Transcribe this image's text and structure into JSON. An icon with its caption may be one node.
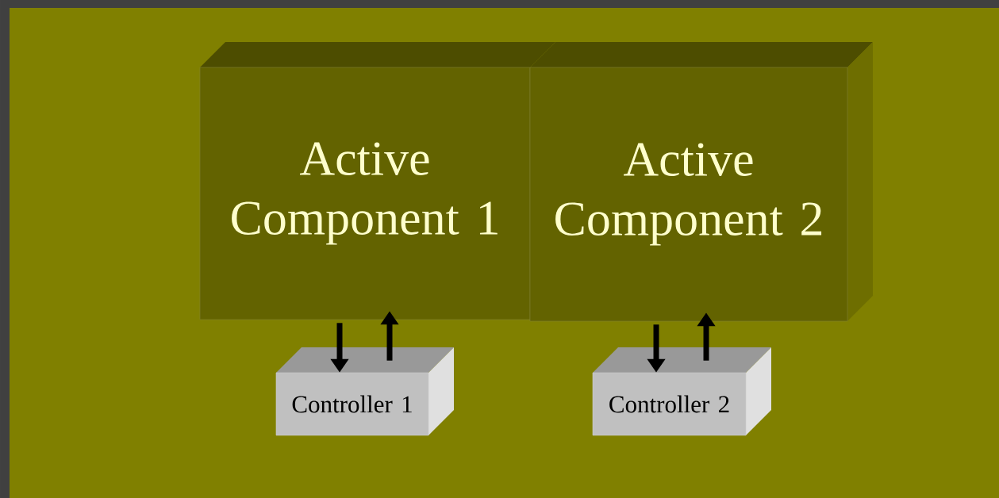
{
  "diagram": {
    "nodes": [
      {
        "text": [
          "Active Component 1"
        ]
      },
      {
        "text": [
          "Active Component 2"
        ]
      },
      {
        "text": [
          "Controller 1"
        ]
      },
      {
        "text": [
          "Controller 2"
        ]
      }
    ],
    "edges": [
      {
        "from": 0,
        "to": 2,
        "arrow": "to"
      },
      {
        "from": 2,
        "to": 0,
        "arrow": "to"
      },
      {
        "from": 1,
        "to": 3,
        "arrow": "to"
      },
      {
        "from": 3,
        "to": 1,
        "arrow": "to"
      }
    ]
  }
}
